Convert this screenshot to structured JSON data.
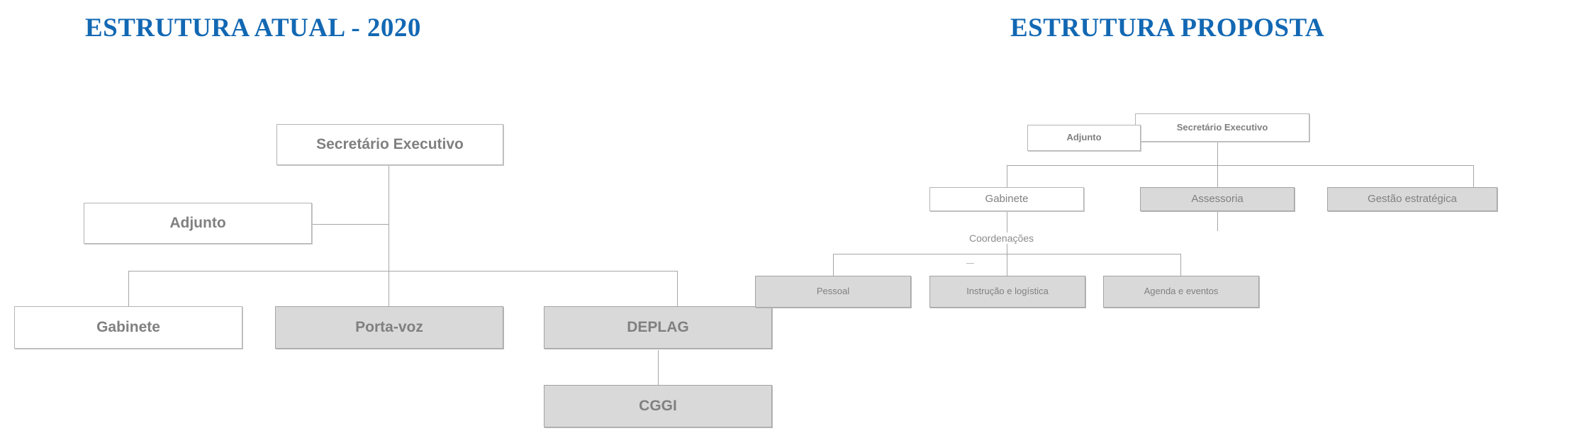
{
  "charts": [
    {
      "id": "estrutura-atual",
      "title": "ESTRUTURA ATUAL - 2020",
      "title_color": "#1268b3",
      "nodes": {
        "secretario": "Secretário Executivo",
        "adjunto": "Adjunto",
        "gabinete": "Gabinete",
        "porta_voz": "Porta-voz",
        "deplag": "DEPLAG",
        "cggi": "CGGI"
      }
    },
    {
      "id": "estrutura-proposta",
      "title": "ESTRUTURA PROPOSTA",
      "title_color": "#1268b3",
      "nodes": {
        "secretario": "Secretário Executivo",
        "adjunto": "Adjunto",
        "gabinete": "Gabinete",
        "assessoria": "Assessoria",
        "gestao": "Gestão estratégica",
        "coordenacoes_label": "Coordenações",
        "pessoal": "Pessoal",
        "instrucao": "Instrução e logística",
        "agenda": "Agenda e eventos"
      }
    }
  ],
  "chart_data": {
    "type": "diagram",
    "subtype": "organizational-chart",
    "title": "Comparativo de estrutura organizacional",
    "legend": {
      "white_fill": "#ffffff",
      "gray_fill": "#d9d9d9",
      "border": "#b4b4b4",
      "text": "#808080",
      "connector": "#a6a6a6"
    },
    "charts": [
      {
        "name": "ESTRUTURA ATUAL - 2020",
        "nodes": [
          {
            "id": "secretario",
            "label": "Secretário Executivo",
            "level": 0,
            "fill": "white"
          },
          {
            "id": "adjunto",
            "label": "Adjunto",
            "level": 1,
            "fill": "white"
          },
          {
            "id": "gabinete",
            "label": "Gabinete",
            "level": 2,
            "fill": "white"
          },
          {
            "id": "porta_voz",
            "label": "Porta-voz",
            "level": 2,
            "fill": "gray"
          },
          {
            "id": "deplag",
            "label": "DEPLAG",
            "level": 2,
            "fill": "gray"
          },
          {
            "id": "cggi",
            "label": "CGGI",
            "level": 3,
            "fill": "gray"
          }
        ],
        "edges": [
          {
            "from": "secretario",
            "to": "adjunto"
          },
          {
            "from": "secretario",
            "to": "gabinete"
          },
          {
            "from": "secretario",
            "to": "porta_voz"
          },
          {
            "from": "secretario",
            "to": "deplag"
          },
          {
            "from": "deplag",
            "to": "cggi"
          }
        ]
      },
      {
        "name": "ESTRUTURA PROPOSTA",
        "nodes": [
          {
            "id": "secretario",
            "label": "Secretário Executivo",
            "level": 0,
            "fill": "white"
          },
          {
            "id": "adjunto",
            "label": "Adjunto",
            "level": 1,
            "fill": "white"
          },
          {
            "id": "gabinete",
            "label": "Gabinete",
            "level": 2,
            "fill": "white"
          },
          {
            "id": "assessoria",
            "label": "Assessoria",
            "level": 2,
            "fill": "gray"
          },
          {
            "id": "gestao",
            "label": "Gestão estratégica",
            "level": 2,
            "fill": "gray"
          },
          {
            "id": "pessoal",
            "label": "Pessoal",
            "level": 3,
            "fill": "gray"
          },
          {
            "id": "instrucao",
            "label": "Instrução e logística",
            "level": 3,
            "fill": "gray"
          },
          {
            "id": "agenda",
            "label": "Agenda e eventos",
            "level": 3,
            "fill": "gray"
          }
        ],
        "edges": [
          {
            "from": "secretario",
            "to": "adjunto"
          },
          {
            "from": "secretario",
            "to": "gabinete"
          },
          {
            "from": "secretario",
            "to": "assessoria"
          },
          {
            "from": "secretario",
            "to": "gestao"
          },
          {
            "from": "gabinete",
            "to": "pessoal",
            "label": "Coordenações"
          },
          {
            "from": "gabinete",
            "to": "instrucao",
            "label": "Coordenações"
          },
          {
            "from": "gabinete",
            "to": "agenda",
            "label": "Coordenações"
          }
        ],
        "edge_labels": [
          "Coordenações"
        ]
      }
    ]
  }
}
